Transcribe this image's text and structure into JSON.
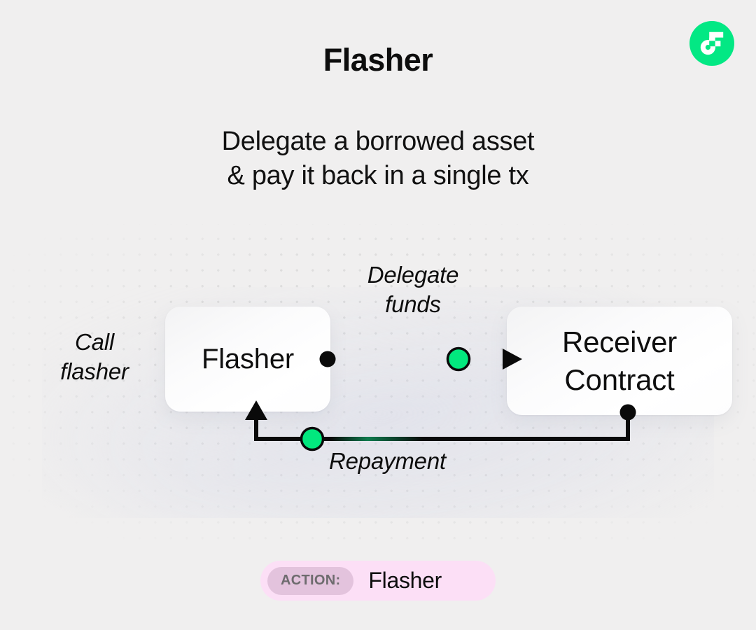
{
  "brand": {
    "logo_icon": "frax-f-logo-icon",
    "logo_color": "#03e884"
  },
  "header": {
    "title": "Flasher",
    "subtitle_line1": "Delegate a borrowed asset",
    "subtitle_line2": "& pay it back in a single tx"
  },
  "diagram": {
    "nodes": [
      {
        "id": "flasher",
        "label": "Flasher"
      },
      {
        "id": "receiver",
        "label_line1": "Receiver",
        "label_line2": "Contract"
      }
    ],
    "labels": {
      "call_flasher": "Call\nflasher",
      "delegate_funds": "Delegate\nfunds",
      "repayment": "Repayment"
    },
    "colors": {
      "accent_green": "#02e87e",
      "edge_black": "#0a0a0a",
      "node_surface": "#ffffff",
      "background": "#f0efef"
    }
  },
  "footer": {
    "action_key": "ACTION:",
    "action_value": "Flasher",
    "badge_color": "#fcdff6",
    "badge_key_color": "#e3c3dd"
  }
}
